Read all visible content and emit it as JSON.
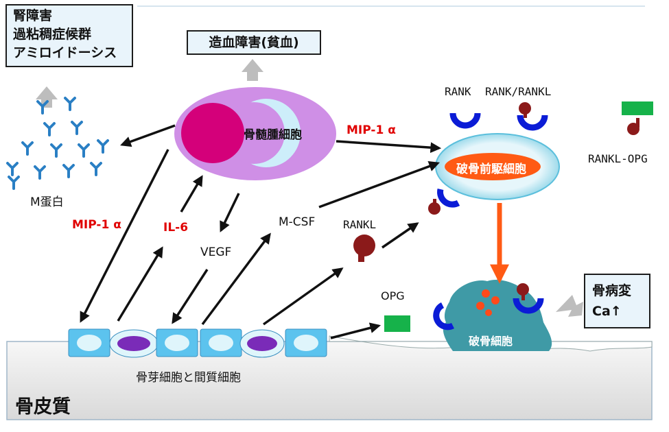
{
  "diagram": {
    "disease_box": {
      "lines": [
        "腎障害",
        "過粘稠症候群",
        "アミロイドーシス"
      ]
    },
    "anemia_box": {
      "text": "造血障害(貧血)"
    },
    "myeloma_cell": {
      "label": "骨髄腫細胞"
    },
    "m_protein": {
      "label": "M蛋白"
    },
    "mip_top": {
      "label": "MIP-1 α"
    },
    "mip_left": {
      "label": "MIP-1 α"
    },
    "il6": {
      "label": "IL-6"
    },
    "vegf": {
      "label": "VEGF"
    },
    "mcsf": {
      "label": "M-CSF"
    },
    "rankl": {
      "label": "RANKL"
    },
    "opg": {
      "label": "OPG"
    },
    "rank": {
      "label": "RANK"
    },
    "rank_rankl": {
      "label": "RANK/RANKL"
    },
    "rankl_opg": {
      "label": "RANKL-OPG"
    },
    "precursor": {
      "label": "破骨前駆細胞"
    },
    "osteoclast": {
      "label": "破骨細胞"
    },
    "lesion_box": {
      "lines": [
        "骨病変",
        "Ca↑"
      ]
    },
    "bone_cells": {
      "label": "骨芽細胞と間質細胞"
    },
    "cortex": {
      "label": "骨皮質"
    }
  },
  "colors": {
    "myeloma_outer": "#cf8fe6",
    "nucleus": "#d4007a",
    "crescent": "#cdeefa",
    "receptor_blue": "#0b1cd6",
    "ligand_red": "#8b1a1a",
    "opg_green": "#16b24a",
    "precursor_cell": "#bfe6f2",
    "precursor_nucleus": "#ff5a14",
    "osteoclast_body": "#3f9aa6",
    "granule": "#ff4a1a",
    "orange_arrow": "#ff5a14",
    "antibody": "#2a7fc4",
    "red_label": "#e00000"
  }
}
